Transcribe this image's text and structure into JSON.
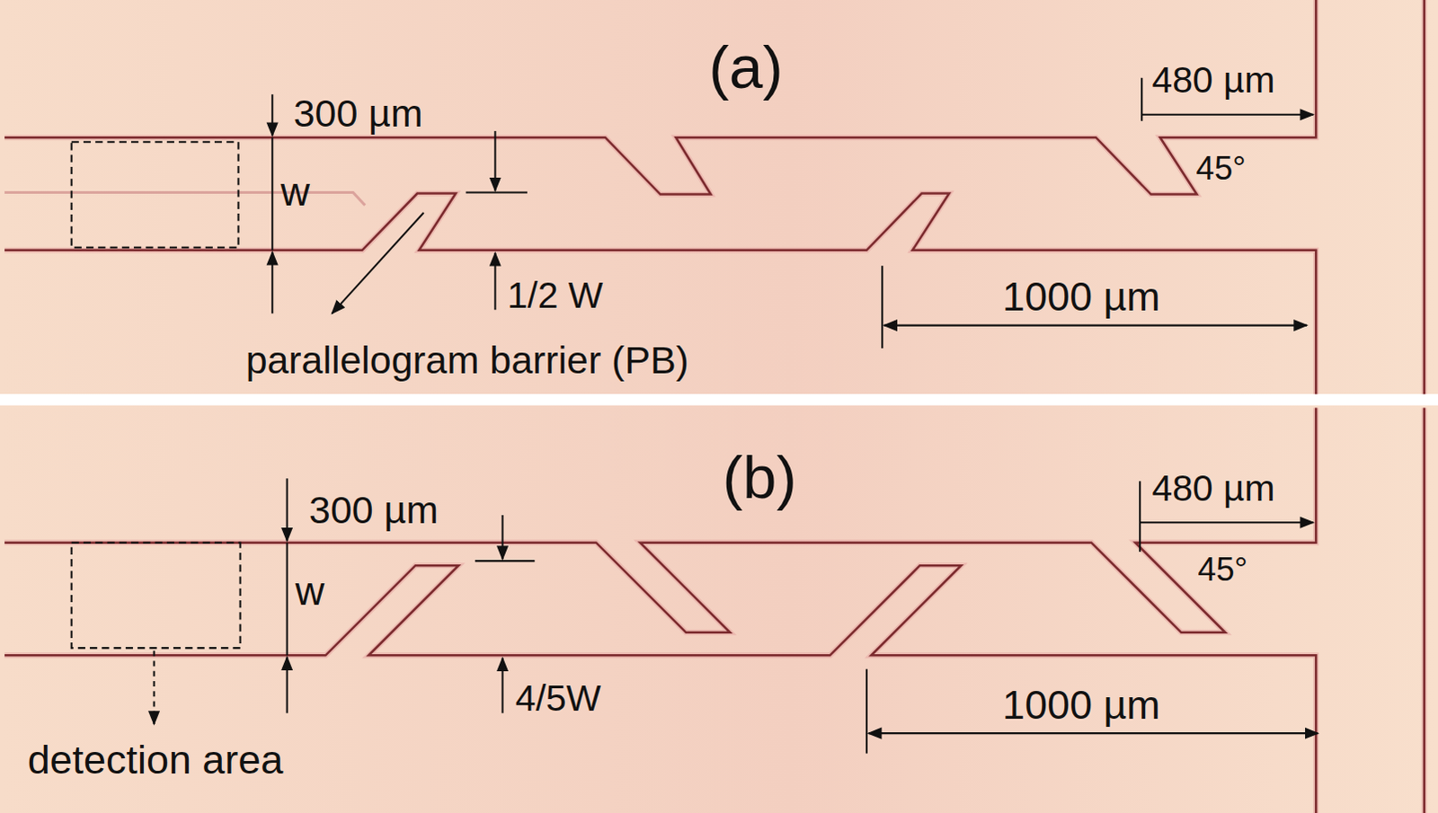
{
  "diagram": {
    "labels": [
      "(a)",
      "300 µm",
      "w",
      "1/2 W",
      "parallelogram barrier (PB)",
      "480 µm",
      "45°",
      "1000 µm",
      "(b)",
      "300 µm",
      "w",
      "4/5W",
      "480 µm",
      "45°",
      "1000 µm",
      "detection area"
    ]
  }
}
